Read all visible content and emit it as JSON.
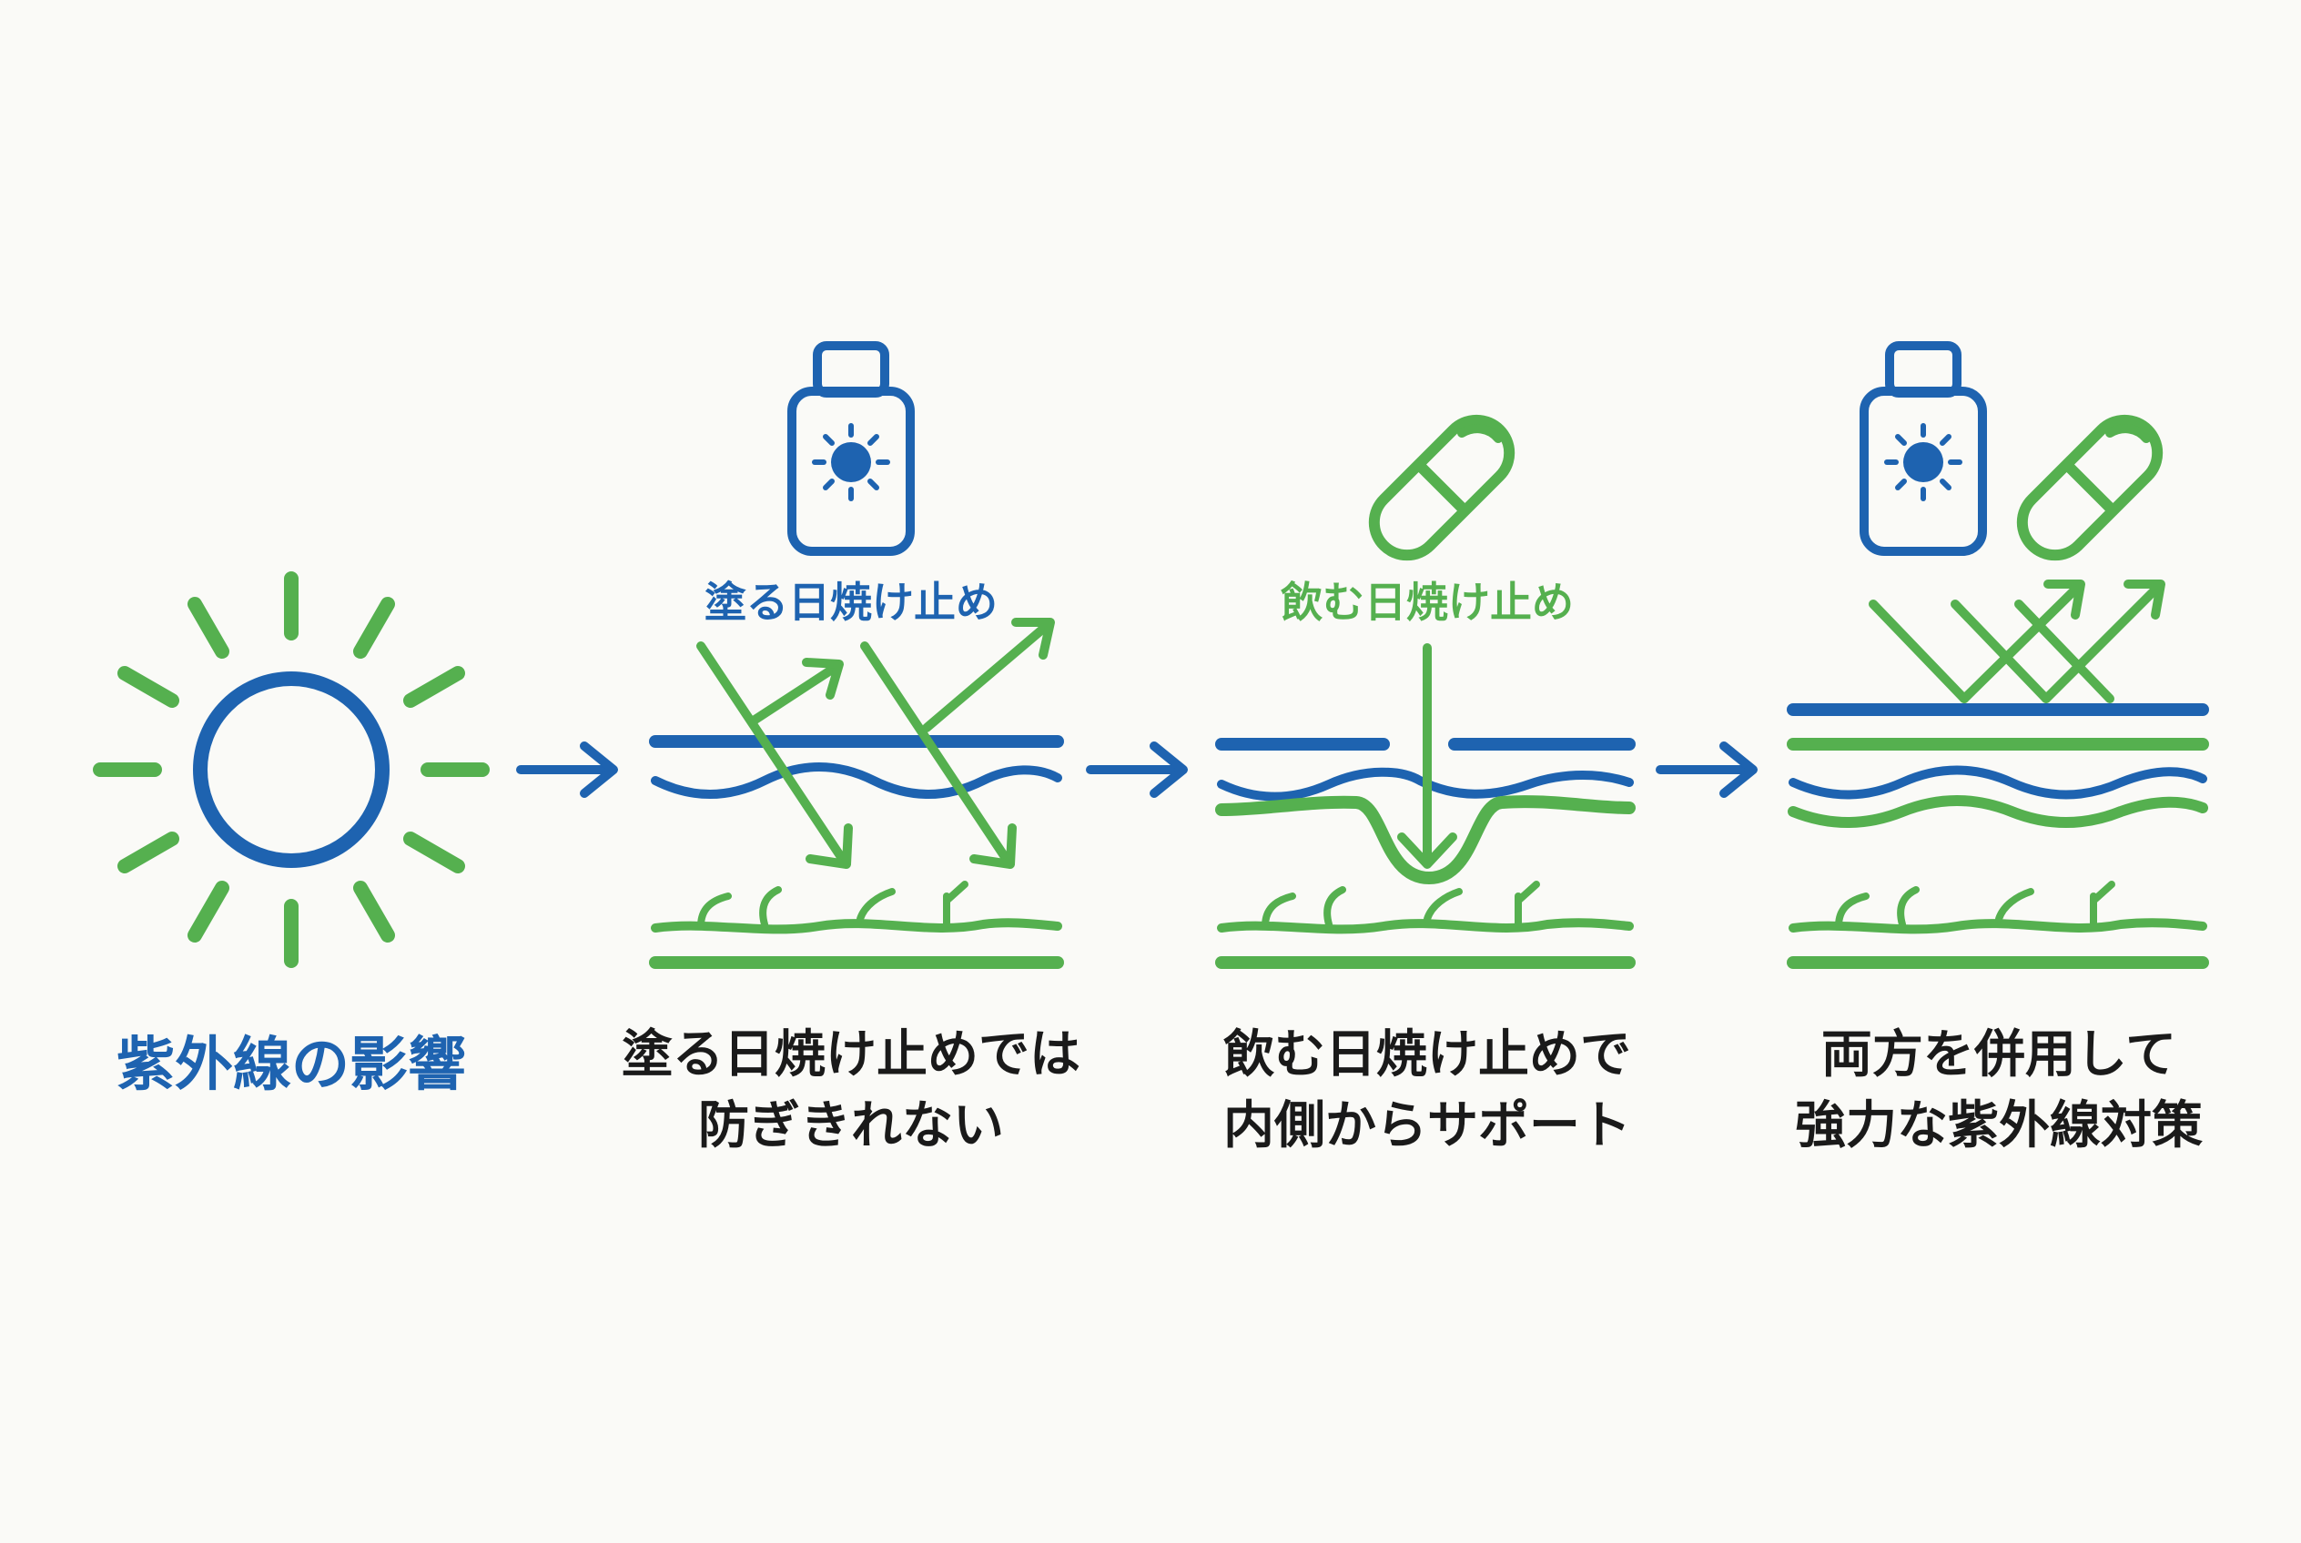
{
  "colors": {
    "blue": "#1e63b0",
    "green": "#55b04f",
    "text": "#1a1a1a",
    "background": "#fafaf7"
  },
  "steps": [
    {
      "icon": "sun-icon",
      "caption_lines": [
        "紫外線の影響"
      ],
      "caption_color": "blue"
    },
    {
      "icon": "sunscreen-bottle-icon",
      "icon_label": "塗る日焼け止め",
      "caption_lines": [
        "塗る日焼け止めでは",
        "防ぎきれない"
      ]
    },
    {
      "icon": "capsule-icon",
      "icon_label": "飲む日焼け止め",
      "caption_lines": [
        "飲む日焼け止めで",
        "内側からサポート"
      ]
    },
    {
      "icons": [
        "sunscreen-bottle-icon",
        "capsule-icon"
      ],
      "caption_lines": [
        "両方を併用して",
        "強力な紫外線対策"
      ]
    }
  ],
  "connectors": [
    "arrow-right-icon",
    "arrow-right-icon",
    "arrow-right-icon"
  ]
}
